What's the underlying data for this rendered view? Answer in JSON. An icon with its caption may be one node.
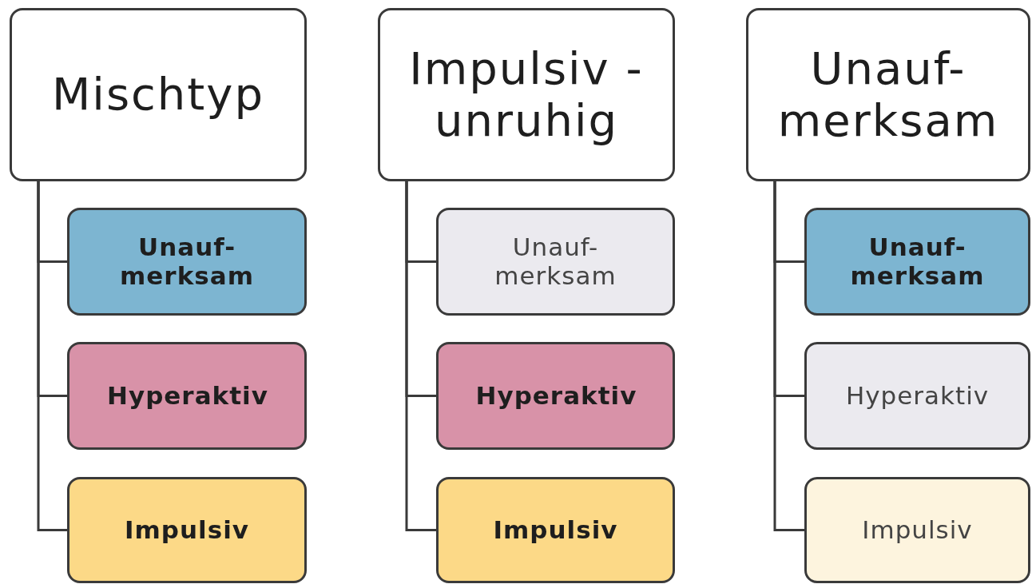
{
  "diagram": {
    "nodes": [
      {
        "text": [
          "Mischtyp"
        ]
      },
      {
        "text": [
          "Unauf- merksam"
        ]
      },
      {
        "text": [
          "Hyperaktiv"
        ]
      },
      {
        "text": [
          "Impulsiv"
        ]
      },
      {
        "text": [
          "Impulsiv -unruhig"
        ]
      },
      {
        "text": [
          "Unauf- merksam"
        ]
      },
      {
        "text": [
          "Hyperaktiv"
        ]
      },
      {
        "text": [
          "Impulsiv"
        ]
      },
      {
        "text": [
          "Unauf- merksam"
        ]
      },
      {
        "text": [
          "Unauf- merksam"
        ]
      },
      {
        "text": [
          "Hyperaktiv"
        ]
      },
      {
        "text": [
          "Impulsiv"
        ]
      }
    ],
    "edges": [
      {
        "from": 0,
        "to": 1,
        "arrow": "none"
      },
      {
        "from": 0,
        "to": 2,
        "arrow": "none"
      },
      {
        "from": 0,
        "to": 3,
        "arrow": "none"
      },
      {
        "from": 4,
        "to": 5,
        "arrow": "none"
      },
      {
        "from": 4,
        "to": 6,
        "arrow": "none"
      },
      {
        "from": 4,
        "to": 7,
        "arrow": "none"
      },
      {
        "from": 8,
        "to": 9,
        "arrow": "none"
      },
      {
        "from": 8,
        "to": 10,
        "arrow": "none"
      },
      {
        "from": 8,
        "to": 11,
        "arrow": "none"
      }
    ]
  }
}
